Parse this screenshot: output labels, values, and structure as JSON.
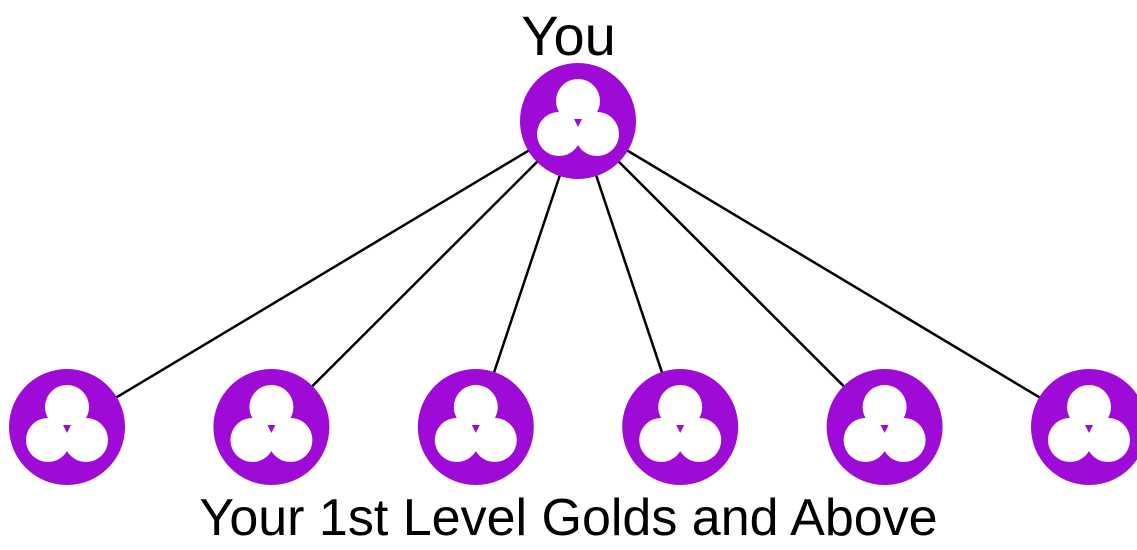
{
  "top_label": "You",
  "bottom_label": "Your 1st Level Golds and Above",
  "node_count_bottom": 6,
  "colors": {
    "node_fill": "#9e0ad6",
    "node_inner": "#ffffff",
    "connector": "#000000"
  },
  "node_icon": "three-circle-cluster-icon"
}
